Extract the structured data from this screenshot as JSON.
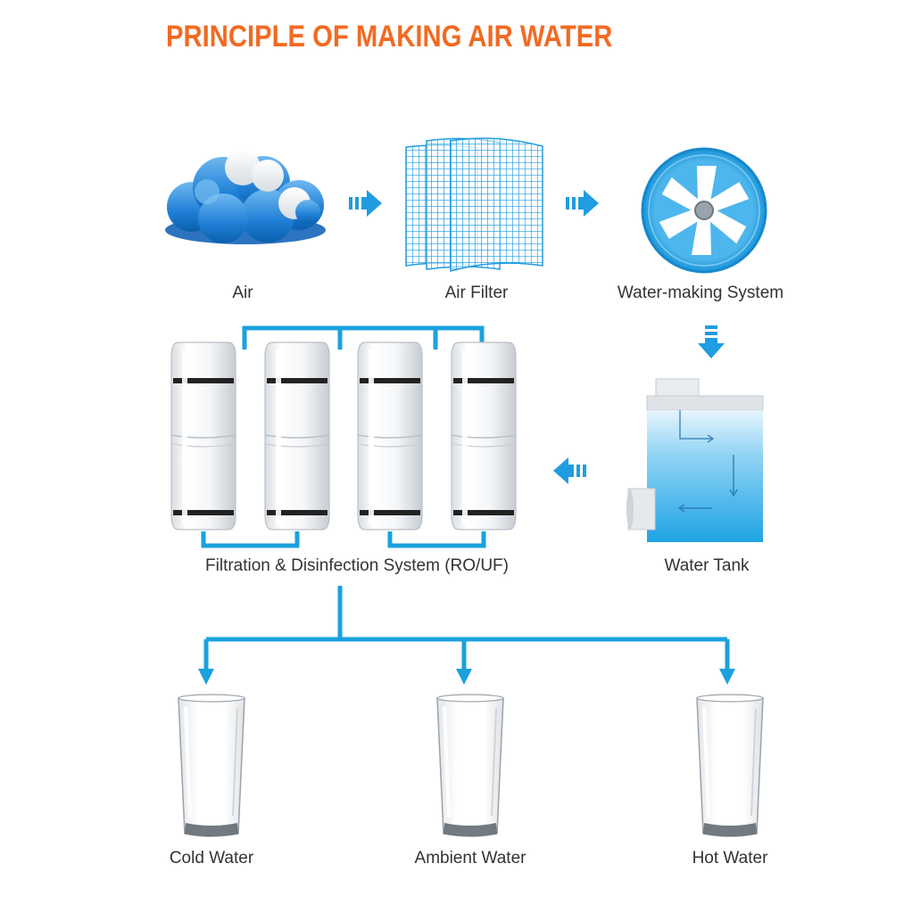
{
  "title": "PRINCIPLE OF MAKING AIR WATER",
  "colors": {
    "title": "#f26a22",
    "pipe": "#1ba1dd",
    "arrow": "#1f9de0",
    "cloud": "#1f7fd6",
    "tank_water": "#3db5ea",
    "label": "#333333"
  },
  "steps": {
    "air": {
      "label": "Air",
      "icon": "cloud-icon"
    },
    "air_filter": {
      "label": "Air Filter",
      "icon": "filter-mesh-icon"
    },
    "water_making": {
      "label": "Water-making System",
      "icon": "fan-icon"
    },
    "water_tank": {
      "label": "Water Tank",
      "icon": "tank-icon"
    },
    "filtration": {
      "label": "Filtration & Disinfection System (RO/UF)",
      "icon": "filter-cartridge-icon"
    }
  },
  "outputs": [
    {
      "label": "Cold Water",
      "icon": "glass-icon"
    },
    {
      "label": "Ambient Water",
      "icon": "glass-icon"
    },
    {
      "label": "Hot Water",
      "icon": "glass-icon"
    }
  ]
}
